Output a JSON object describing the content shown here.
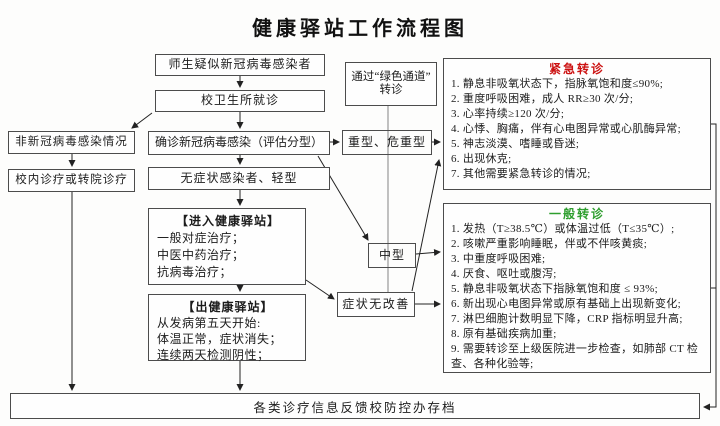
{
  "title": "健康驿站工作流程图",
  "colors": {
    "emergency_title": "#cc1111",
    "general_title": "#2e9e2e",
    "line": "#222222",
    "green_channel_line": "#999999"
  },
  "flow": {
    "suspect": "师生疑似新冠病毒感染者",
    "clinic": "校卫生所就诊",
    "non_covid": "非新冠病毒感染情况",
    "campus_treat": "校内诊疗或转院诊疗",
    "confirmed": "确诊新冠病毒感染（评估分型）",
    "asymptomatic": "无症状感染者、轻型",
    "green_channel_line1": "通过“绿色通道”",
    "green_channel_line2": "转诊",
    "severe": "重型、危重型",
    "medium": "中型",
    "no_improve": "症状无改善",
    "enter_station": {
      "title": "【进入健康驿站】",
      "lines": [
        "一般对症治疗；",
        "中医中药治疗；",
        "抗病毒治疗；"
      ]
    },
    "exit_station": {
      "title": "【出健康驿站】",
      "lines": [
        "从发病第五天开始:",
        "体温正常，症状消失；",
        "连续两天检测阴性；"
      ]
    },
    "archive": "各类诊疗信息反馈校防控办存档"
  },
  "emergency_referral": {
    "title": "紧急转诊",
    "items": [
      "1. 静息非吸氧状态下，指脉氧饱和度≤90%;",
      "2. 重度呼吸困难，成人 RR≥30 次/分;",
      "3. 心率持续≥120 次/分;",
      "4. 心悸、胸痛，伴有心电图异常或心肌酶异常;",
      "5. 神志淡漠、嗜睡或昏迷;",
      "6. 出现休克;",
      "7. 其他需要紧急转诊的情况;"
    ]
  },
  "general_referral": {
    "title": "一般转诊",
    "items": [
      "1. 发热（T≥38.5℃）或体温过低（T≤35℃）;",
      "2. 咳嗽严重影响睡眠，伴或不伴咳黄痰;",
      "3. 中重度呼吸困难;",
      "4. 厌食、呕吐或腹泻;",
      "5. 静息非吸氧状态下指脉氧饱和度 ≤ 93%;",
      "6. 新出现心电图异常或原有基础上出现新变化;",
      "7. 淋巴细胞计数明显下降，CRP 指标明显升高;",
      "8. 原有基础疾病加重;",
      "9. 需要转诊至上级医院进一步检查，如肺部 CT 检查、各种化验等;"
    ]
  }
}
